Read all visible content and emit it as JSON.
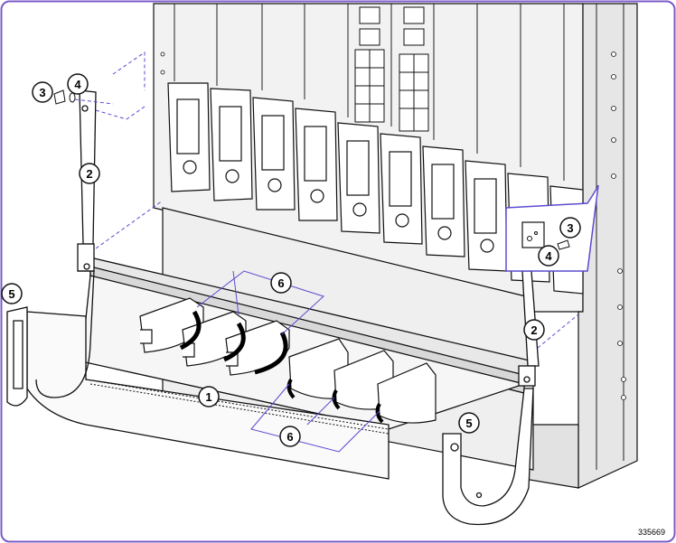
{
  "figure_id": "335669",
  "colors": {
    "border": "#7a5cc8",
    "callout_line": "#5b4bd0",
    "line": "#111111",
    "panel": "#f4f4f4",
    "panel_dark": "#d9d9d9"
  },
  "callouts": [
    {
      "id": "c3-left",
      "label": "3"
    },
    {
      "id": "c4-left",
      "label": "4"
    },
    {
      "id": "c2-left",
      "label": "2"
    },
    {
      "id": "c5-left",
      "label": "5"
    },
    {
      "id": "c6-top",
      "label": "6"
    },
    {
      "id": "c1",
      "label": "1"
    },
    {
      "id": "c6-bottom",
      "label": "6"
    },
    {
      "id": "c5-right",
      "label": "5"
    },
    {
      "id": "c2-right",
      "label": "2"
    },
    {
      "id": "c3-right",
      "label": "3"
    },
    {
      "id": "c4-right",
      "label": "4"
    }
  ]
}
